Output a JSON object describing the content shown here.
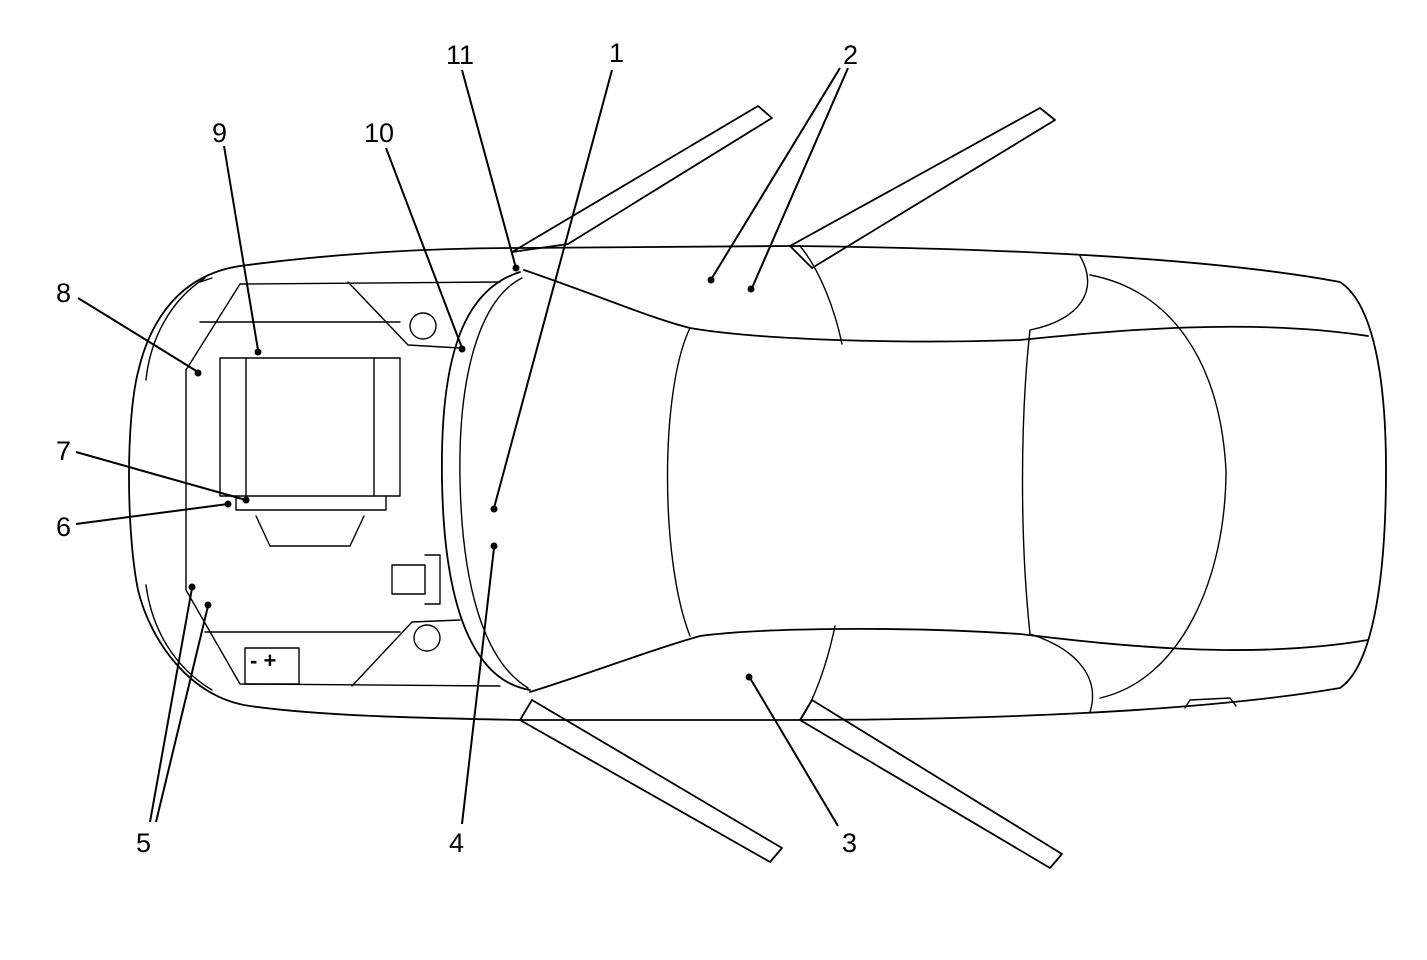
{
  "diagram": {
    "callouts": [
      "1",
      "2",
      "3",
      "4",
      "5",
      "6",
      "7",
      "8",
      "9",
      "10",
      "11"
    ],
    "battery_symbol": "- +"
  }
}
